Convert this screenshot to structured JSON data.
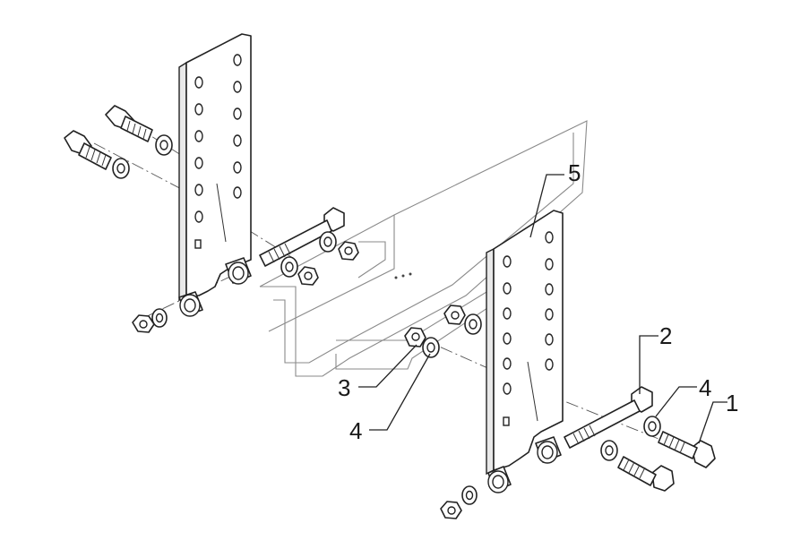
{
  "callouts": {
    "c1": "1",
    "c2": "2",
    "c3": "3",
    "c4_center": "4",
    "c4_right": "4",
    "c5": "5"
  }
}
